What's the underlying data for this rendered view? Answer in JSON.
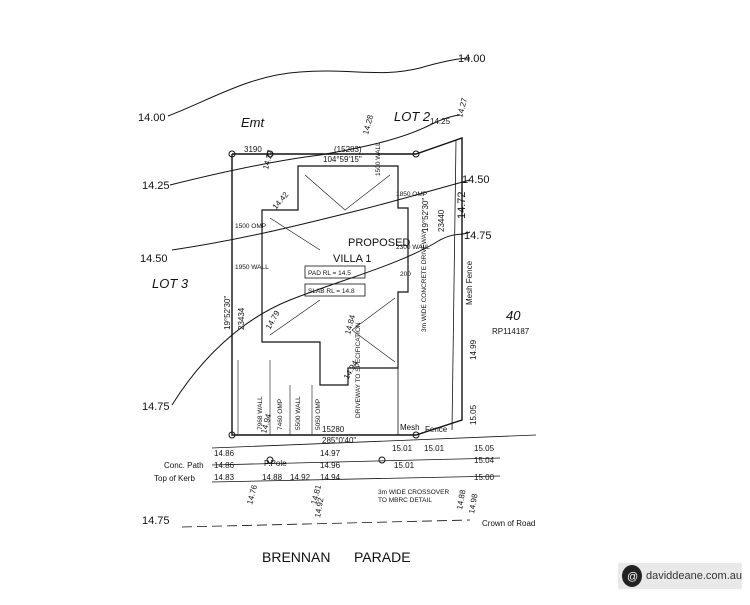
{
  "lots": {
    "lot2": "LOT 2",
    "lot3": "LOT 3",
    "lot40": "40",
    "plan_ref": "RP114187"
  },
  "easement": "Emt",
  "contours": {
    "c1400_top": "14.00",
    "c1400_left": "14.00",
    "c1425": "14.25",
    "c1450_left": "14.50",
    "c1450_right": "14.50",
    "c1475_left": "14.75",
    "c1475_right": "14.75",
    "c1475_bottom": "14.75",
    "c1472": "14.72"
  },
  "spot_levels": [
    "14.28",
    "14.25",
    "14.27",
    "14.27",
    "14.42",
    "14.79",
    "14.84",
    "14.94",
    "14.99",
    "15.00",
    "15.05",
    "14.76",
    "14.81",
    "14.92",
    "14.88",
    "15.00",
    "14.98"
  ],
  "boundary": {
    "top_dim": "(15283)",
    "bearing_top": "104°59'15\"",
    "left_dim": "3190",
    "right_bearing": "19°52'30\"",
    "right_dim": "23440",
    "left_bearing": "19°52'30\"",
    "left_dim2": "23434",
    "bottom_dim": "15280",
    "bottom_bearing": "285°0'40\""
  },
  "setbacks": {
    "w1500_top": "1500 WALL",
    "w1950_top": "1950 WALL",
    "omp1500": "1500 OMP",
    "omp1850": "1850 OMP",
    "wall2300": "2300 WALL",
    "d200": "200",
    "omp1500_left": "1500 OMP",
    "wall1950_left": "1950 WALL",
    "wall7968": "7968 WALL",
    "omp7460": "7460 OMP",
    "wall5500": "5500 WALL",
    "omp5050": "5050 OMP"
  },
  "villa": {
    "title_line1": "PROPOSED",
    "title_line2": "VILLA 1",
    "pad": "PAD RL = 14.5",
    "slab": "SLAB RL = 14.8"
  },
  "driveway": {
    "label1": "3m WIDE CONCRETE DRIVEWAY",
    "label2": "DRIVEWAY TO SPECIFICATION"
  },
  "fence": {
    "mesh_side": "Mesh Fence",
    "mesh_front": "Mesh",
    "fence_front": "Fence"
  },
  "road": {
    "row1_left": "14.86",
    "row1_mid": "14.97",
    "row1_right1": "15.01",
    "row1_right2": "15.01",
    "row1_right3": "15.05",
    "row2_label": "Conc. Path",
    "row2_left": "14.86",
    "row2_pole": "P.Pole",
    "row2_mid": "14.96",
    "row2_right1": "15.01",
    "row2_right2": "15.04",
    "row3_label": "Top of Kerb",
    "row3_left": "14.83",
    "row3_l2": "14.88",
    "row3_l3": "14.92",
    "row3_mid": "14.94",
    "row3_right": "15.00",
    "crossover1": "3m WIDE CROSSOVER",
    "crossover2": "TO MBRC DETAIL",
    "crown": "Crown of Road",
    "street1": "BRENNAN",
    "street2": "PARADE"
  },
  "brand": {
    "text": "daviddeane.com.au"
  }
}
